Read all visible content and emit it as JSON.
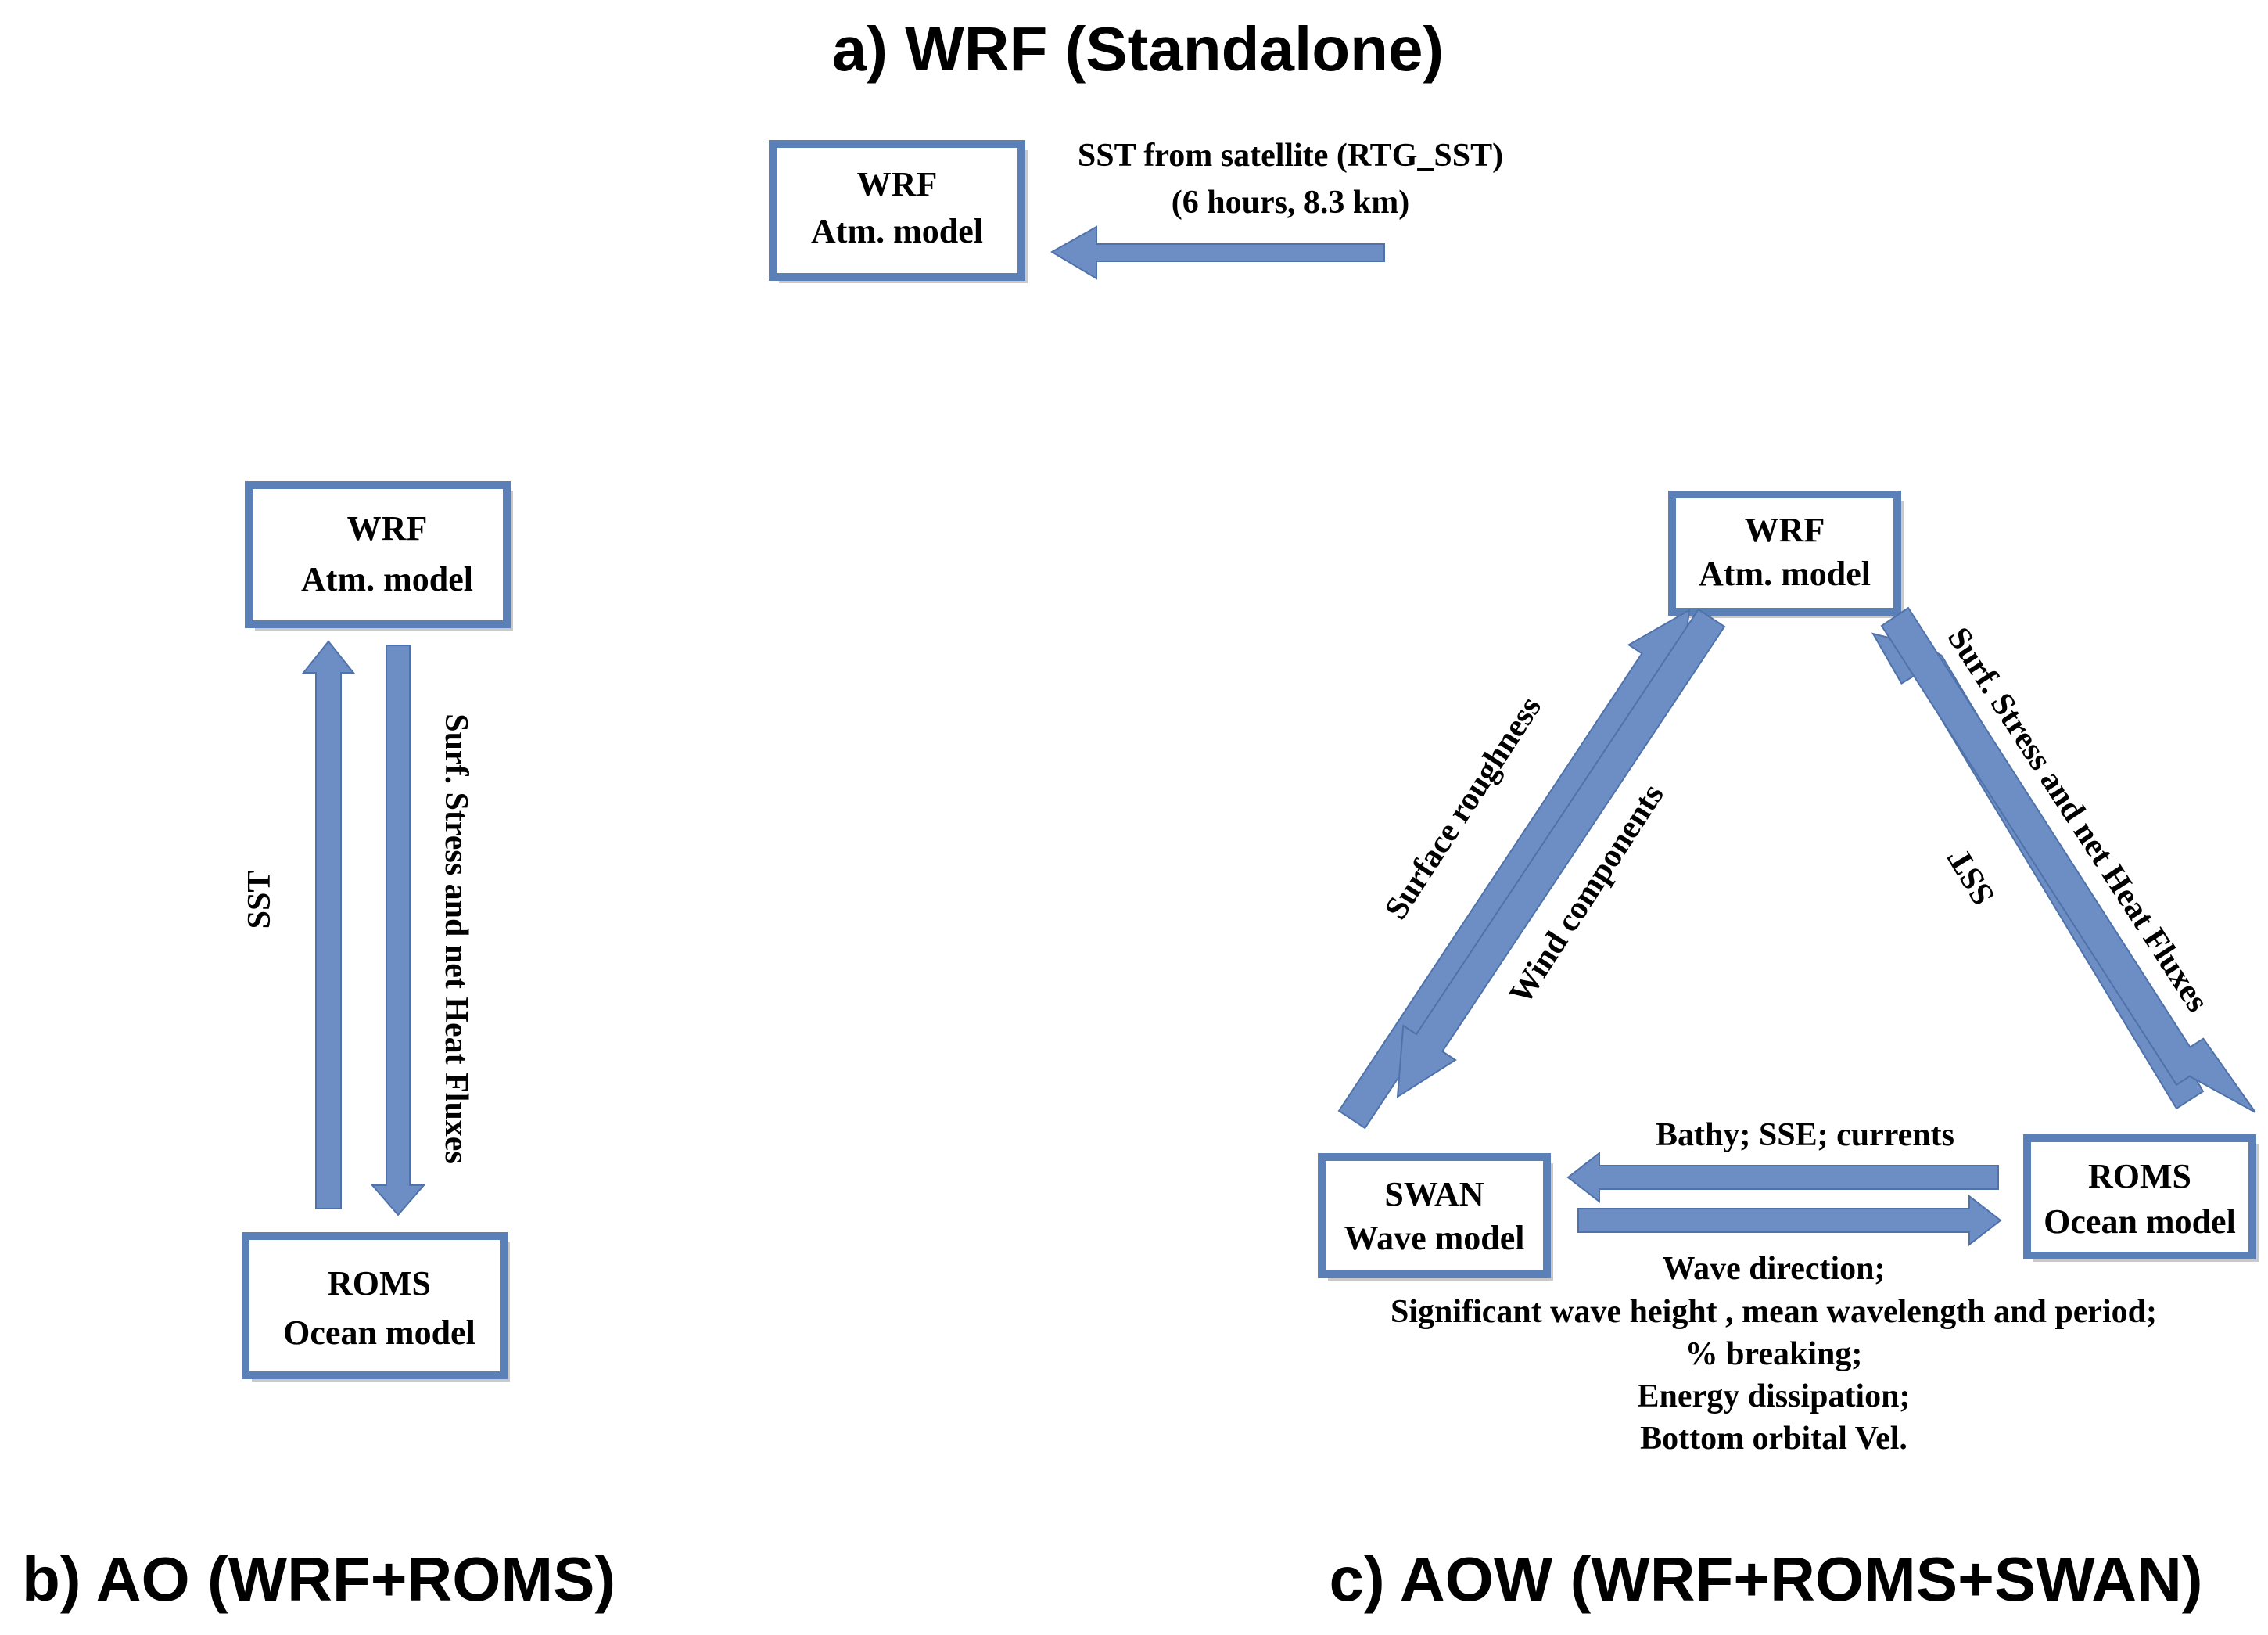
{
  "colors": {
    "box_border": "#5b80b8",
    "arrow_fill": "#6c8ec4",
    "text": "#000000"
  },
  "panel_a": {
    "title": "a)  WRF (Standalone)",
    "wrf_box": {
      "line1": "WRF",
      "line2": "Atm. model"
    },
    "input_label": {
      "line1": "SST from satellite (RTG_SST)",
      "line2": "(6 hours, 8.3 km)"
    }
  },
  "panel_b": {
    "title": "b) AO (WRF+ROMS)",
    "wrf_box": {
      "line1": "WRF",
      "line2": "Atm. model"
    },
    "roms_box": {
      "line1": "ROMS",
      "line2": "Ocean model"
    },
    "up_label": "SST",
    "down_label": "Surf. Stress and net Heat Fluxes"
  },
  "panel_c": {
    "title": "c) AOW (WRF+ROMS+SWAN)",
    "wrf_box": {
      "line1": "WRF",
      "line2": "Atm. model"
    },
    "swan_box": {
      "line1": "SWAN",
      "line2": "Wave model"
    },
    "roms_box": {
      "line1": "ROMS",
      "line2": "Ocean model"
    },
    "surface_roughness": "Surface roughness",
    "wind_components": "Wind components",
    "sst": "SST",
    "surf_stress": "Surf. Stress and net Heat Fluxes",
    "roms_to_swan": "Bathy; SSE; currents",
    "swan_to_roms": [
      "Wave direction;",
      "Significant wave height , mean wavelength and period;",
      "% breaking;",
      "Energy dissipation;",
      "Bottom orbital Vel."
    ]
  }
}
